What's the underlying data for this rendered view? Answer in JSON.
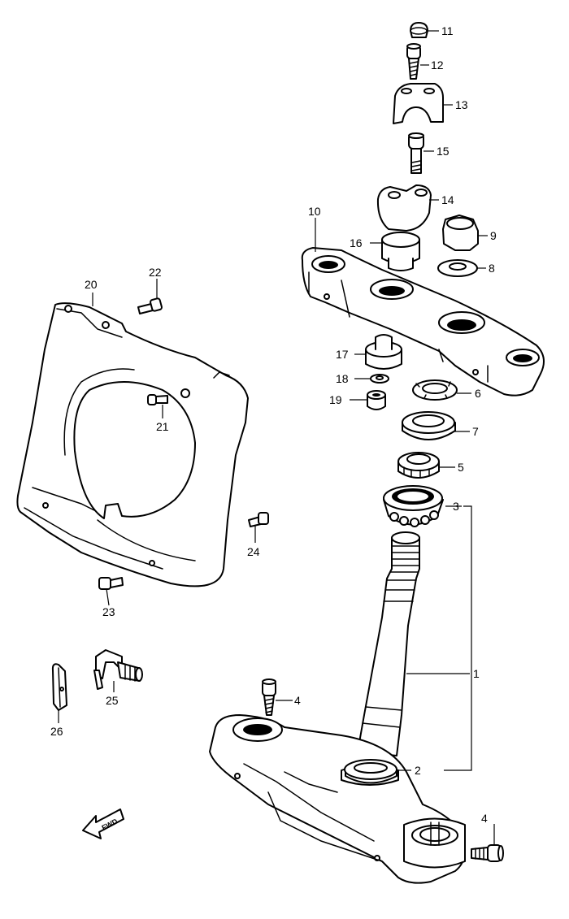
{
  "diagram": {
    "callouts": {
      "c1": "1",
      "c2": "2",
      "c3": "3",
      "c4a": "4",
      "c4b": "4",
      "c5": "5",
      "c6": "6",
      "c7": "7",
      "c8": "8",
      "c9": "9",
      "c10": "10",
      "c11": "11",
      "c12": "12",
      "c13": "13",
      "c14": "14",
      "c15": "15",
      "c16": "16",
      "c17": "17",
      "c18": "18",
      "c19": "19",
      "c20": "20",
      "c21": "21",
      "c22": "22",
      "c23": "23",
      "c24": "24",
      "c25": "25",
      "c26": "26"
    },
    "fwd_label": "FWD"
  }
}
